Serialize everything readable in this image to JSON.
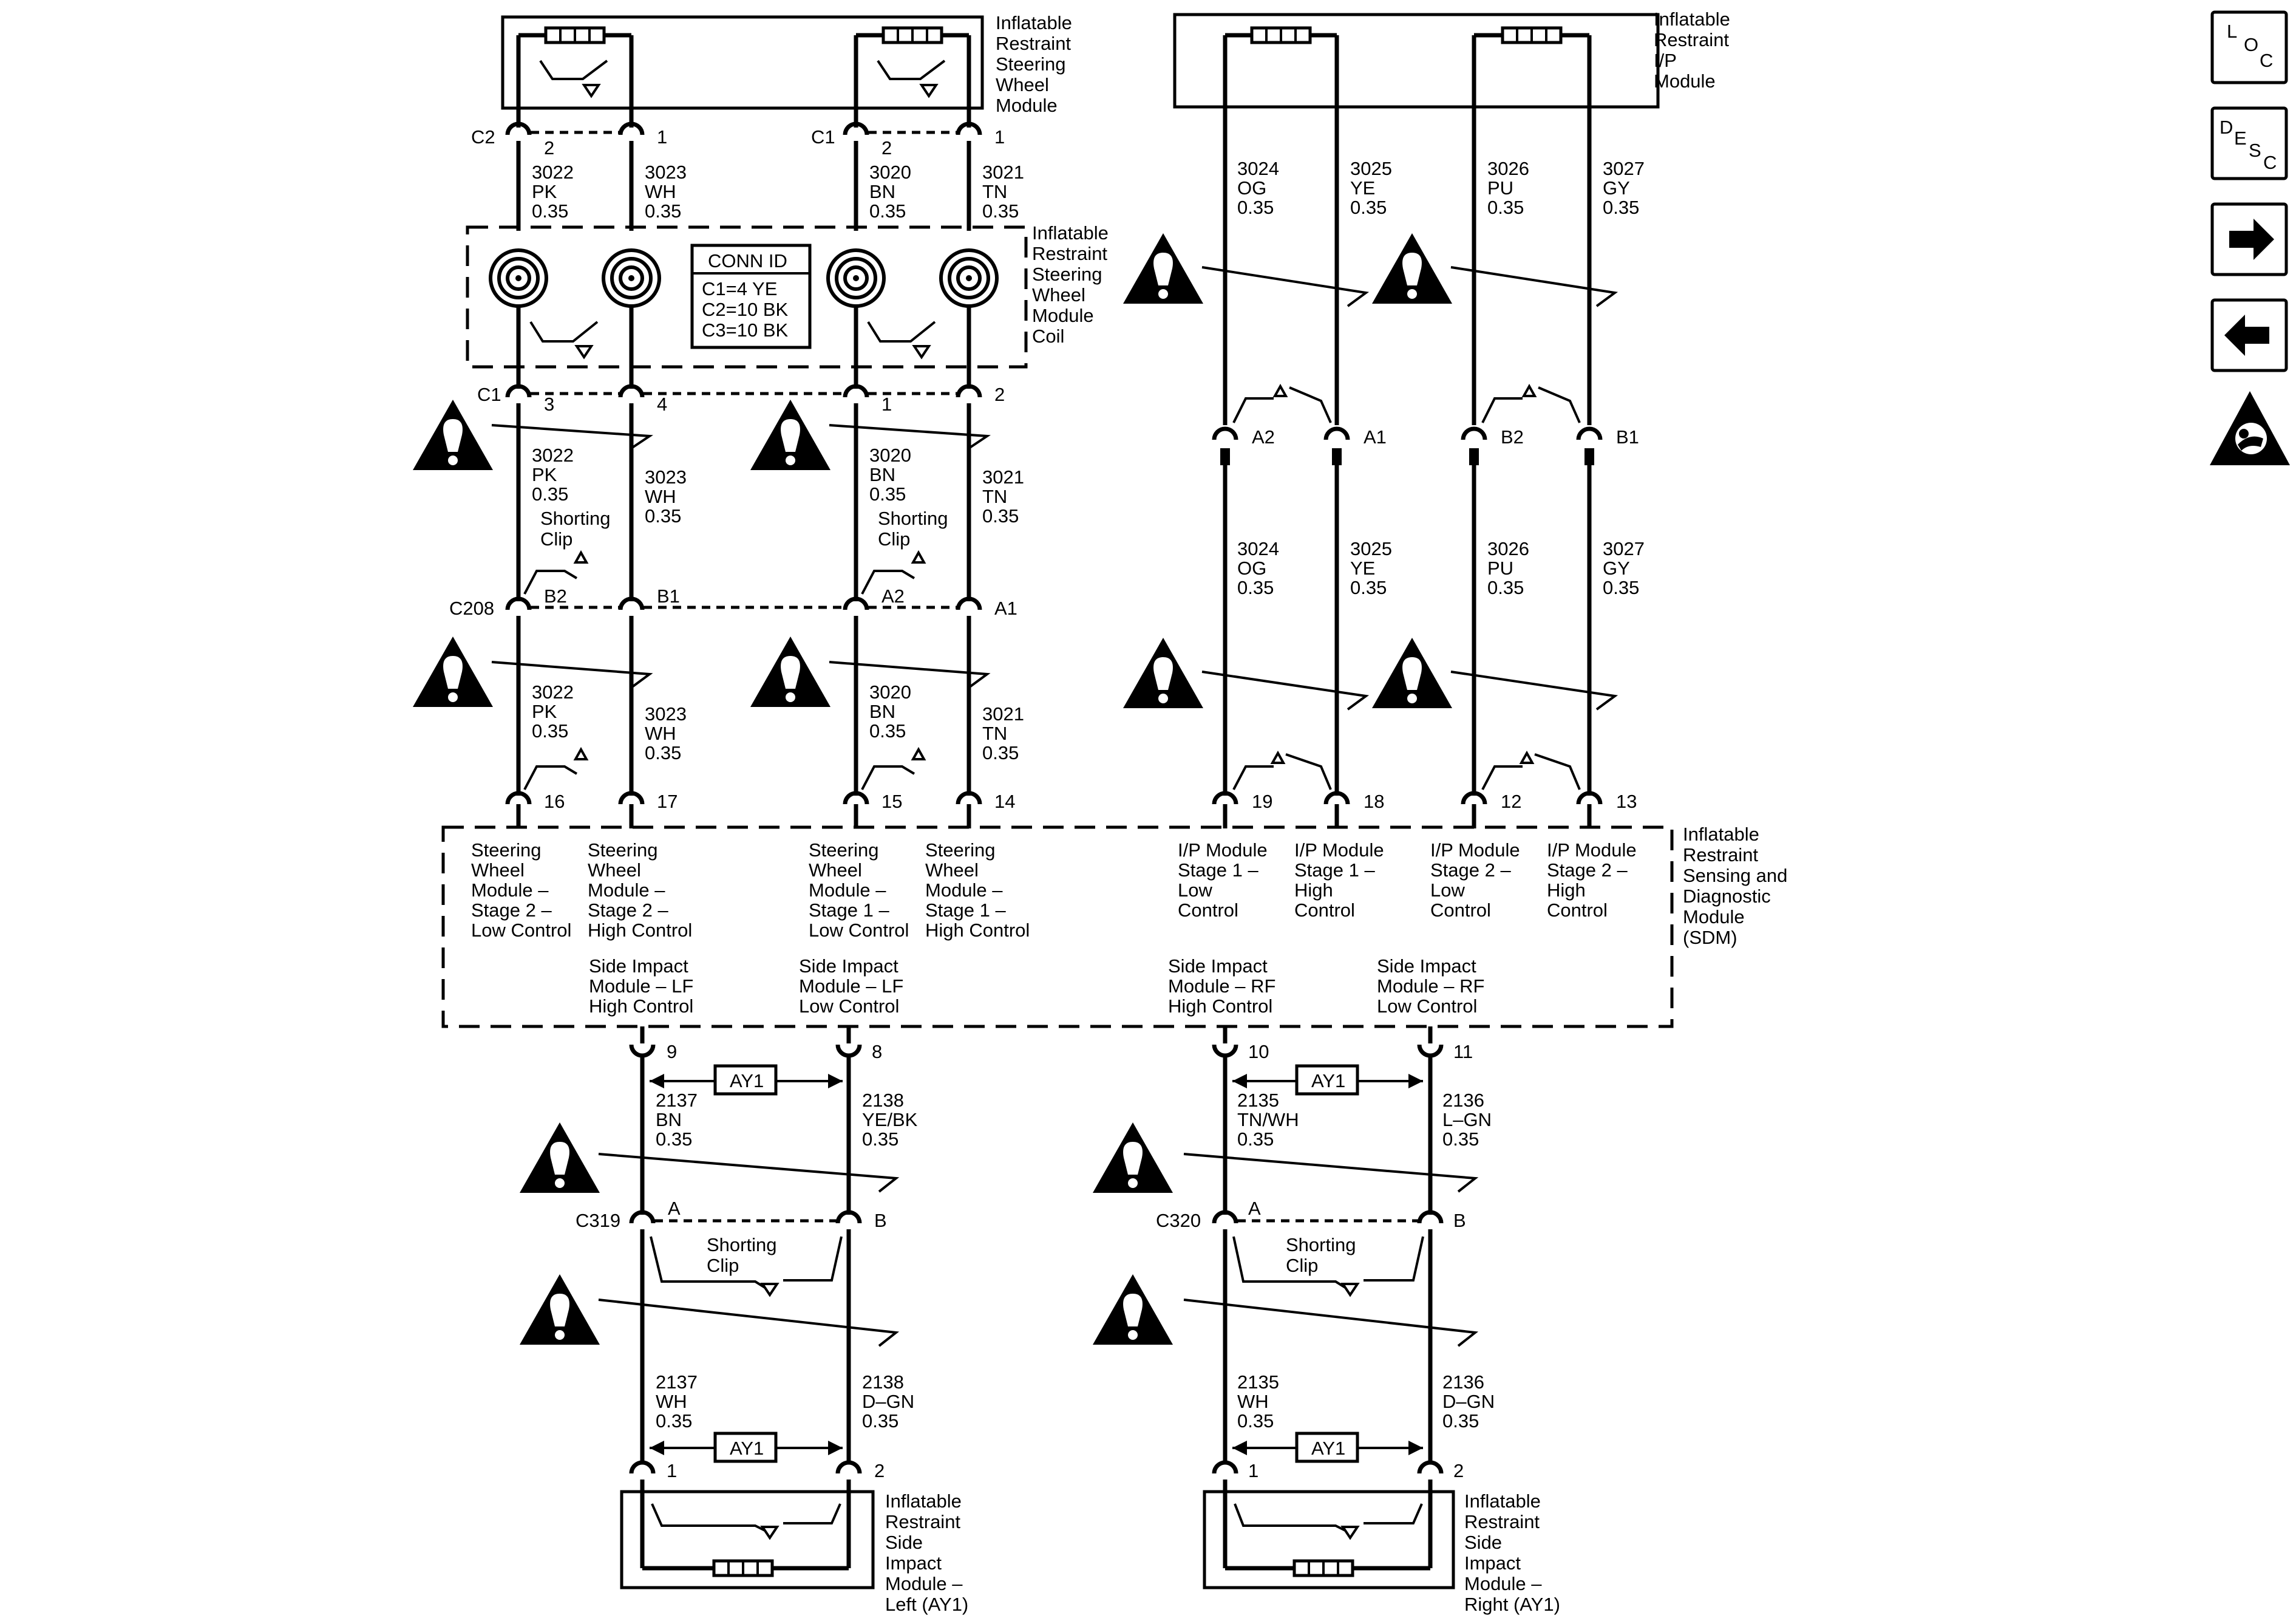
{
  "components": {
    "sw_module": [
      "Inflatable",
      "Restraint",
      "Steering",
      "Wheel",
      "Module"
    ],
    "ip_module": [
      "Inflatable",
      "Restraint",
      "I/P",
      "Module"
    ],
    "coil": [
      "Inflatable",
      "Restraint",
      "Steering",
      "Wheel",
      "Module",
      "Coil"
    ],
    "sdm": [
      "Inflatable",
      "Restraint",
      "Sensing and",
      "Diagnostic",
      "Module",
      "(SDM)"
    ],
    "side_left": [
      "Inflatable",
      "Restraint",
      "Side",
      "Impact",
      "Module –",
      "Left (AY1)"
    ],
    "side_right": [
      "Inflatable",
      "Restraint",
      "Side",
      "Impact",
      "Module –",
      "Right (AY1)"
    ]
  },
  "conn_id": {
    "title": "CONN ID",
    "lines": [
      "C1=4 YE",
      "C2=10 BK",
      "C3=10 BK"
    ]
  },
  "connectors": {
    "c2": "C2",
    "c1": "C1",
    "c208": "C208",
    "c319": "C319",
    "c320": "C320"
  },
  "pins": {
    "swm_l_a": "2",
    "swm_l_b": "1",
    "swm_r_a": "2",
    "swm_r_b": "1",
    "coil_l_a": "3",
    "coil_l_b": "4",
    "coil_r_a": "1",
    "coil_r_b": "2",
    "c208_b2": "B2",
    "c208_b1": "B1",
    "c208_a2": "A2",
    "c208_a1": "A1",
    "sdm_16": "16",
    "sdm_17": "17",
    "sdm_15": "15",
    "sdm_14": "14",
    "sdm_19": "19",
    "sdm_18": "18",
    "sdm_12": "12",
    "sdm_13": "13",
    "ip_a2": "A2",
    "ip_a1": "A1",
    "ip_b2": "B2",
    "ip_b1": "B1",
    "sdm_9": "9",
    "sdm_8": "8",
    "sdm_10": "10",
    "sdm_11": "11",
    "c319_a": "A",
    "c319_b": "B",
    "c320_a": "A",
    "c320_b": "B",
    "sil_1": "1",
    "sil_2": "2",
    "sir_1": "1",
    "sir_2": "2"
  },
  "wires": {
    "w1": [
      "3022",
      "PK",
      "0.35"
    ],
    "w2": [
      "3023",
      "WH",
      "0.35"
    ],
    "w3": [
      "3020",
      "BN",
      "0.35"
    ],
    "w4": [
      "3021",
      "TN",
      "0.35"
    ],
    "w5": [
      "3022",
      "PK",
      "0.35"
    ],
    "w6": [
      "3023",
      "WH",
      "0.35"
    ],
    "w7": [
      "3020",
      "BN",
      "0.35"
    ],
    "w8": [
      "3021",
      "TN",
      "0.35"
    ],
    "w9": [
      "3022",
      "PK",
      "0.35"
    ],
    "w10": [
      "3023",
      "WH",
      "0.35"
    ],
    "w11": [
      "3020",
      "BN",
      "0.35"
    ],
    "w12": [
      "3021",
      "TN",
      "0.35"
    ],
    "w13": [
      "3024",
      "OG",
      "0.35"
    ],
    "w14": [
      "3025",
      "YE",
      "0.35"
    ],
    "w15": [
      "3026",
      "PU",
      "0.35"
    ],
    "w16": [
      "3027",
      "GY",
      "0.35"
    ],
    "w17": [
      "3024",
      "OG",
      "0.35"
    ],
    "w18": [
      "3025",
      "YE",
      "0.35"
    ],
    "w19": [
      "3026",
      "PU",
      "0.35"
    ],
    "w20": [
      "3027",
      "GY",
      "0.35"
    ],
    "w21": [
      "2137",
      "BN",
      "0.35"
    ],
    "w22": [
      "2138",
      "YE/BK",
      "0.35"
    ],
    "w23": [
      "2135",
      "TN/WH",
      "0.35"
    ],
    "w24": [
      "2136",
      "L–GN",
      "0.35"
    ],
    "w25": [
      "2137",
      "WH",
      "0.35"
    ],
    "w26": [
      "2138",
      "D–GN",
      "0.35"
    ],
    "w27": [
      "2135",
      "WH",
      "0.35"
    ],
    "w28": [
      "2136",
      "D–GN",
      "0.35"
    ]
  },
  "shorting_clip": [
    "Shorting",
    "Clip"
  ],
  "sdm_functions": {
    "f1": [
      "Steering",
      "Wheel",
      "Module –",
      "Stage 2 –",
      "Low Control"
    ],
    "f2": [
      "Steering",
      "Wheel",
      "Module –",
      "Stage 2 –",
      "High Control"
    ],
    "f3": [
      "Steering",
      "Wheel",
      "Module –",
      "Stage 1 –",
      "Low Control"
    ],
    "f4": [
      "Steering",
      "Wheel",
      "Module –",
      "Stage 1 –",
      "High Control"
    ],
    "f5": [
      "I/P Module",
      "Stage 1 –",
      "Low",
      "Control"
    ],
    "f6": [
      "I/P Module",
      "Stage 1 –",
      "High",
      "Control"
    ],
    "f7": [
      "I/P Module",
      "Stage 2 –",
      "Low",
      "Control"
    ],
    "f8": [
      "I/P Module",
      "Stage 2 –",
      "High",
      "Control"
    ],
    "s1": [
      "Side Impact",
      "Module – LF",
      "High Control"
    ],
    "s2": [
      "Side Impact",
      "Module – LF",
      "Low Control"
    ],
    "s3": [
      "Side Impact",
      "Module – RF",
      "High Control"
    ],
    "s4": [
      "Side Impact",
      "Module – RF",
      "Low Control"
    ]
  },
  "option_code": "AY1",
  "nav": {
    "loc": [
      "L",
      "O",
      "C"
    ],
    "desc": [
      "D",
      "E",
      "S",
      "C"
    ]
  }
}
